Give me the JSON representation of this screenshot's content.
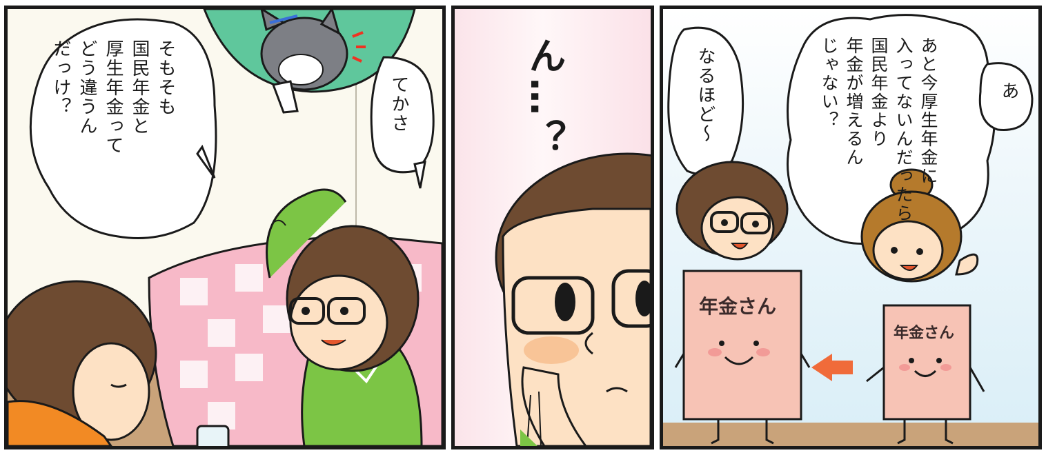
{
  "panels": [
    {
      "bubbles": {
        "question": "そもそも\n国民年金と\n厚生年金って\nどう違うん\nだっけ？",
        "reply": "てかさ"
      }
    },
    {
      "thought": "ん…？"
    },
    {
      "bubbles": {
        "explain": "あと今厚生年金に\n入ってないんだったら\n国民年金より\n年金が増えるん\nじゃない？",
        "small": "あ",
        "agree": "なるほど〜"
      },
      "signs": {
        "left": "年金さん",
        "right": "年金さん"
      }
    }
  ],
  "colors": {
    "outline": "#1a1a1a",
    "sweater": "#7cc545",
    "hair": "#6e4b31",
    "sign": "#f7c3b5",
    "arrow": "#f06b3a",
    "cat_cushion": "#5fc79c"
  }
}
